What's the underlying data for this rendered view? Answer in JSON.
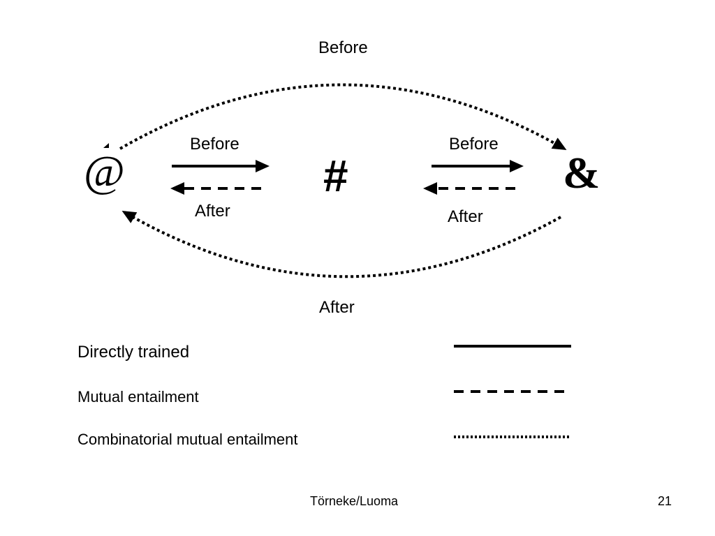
{
  "diagram": {
    "nodes": {
      "left_symbol": "@",
      "middle_symbol": "#",
      "right_symbol": "&"
    },
    "labels": {
      "top_arc": "Before",
      "bottom_arc": "After",
      "left_before": "Before",
      "left_after": "After",
      "right_before": "Before",
      "right_after": "After"
    },
    "relations": [
      {
        "from": "@",
        "to": "#",
        "label": "Before",
        "style": "solid"
      },
      {
        "from": "#",
        "to": "@",
        "label": "After",
        "style": "dashed"
      },
      {
        "from": "#",
        "to": "&",
        "label": "Before",
        "style": "solid"
      },
      {
        "from": "&",
        "to": "#",
        "label": "After",
        "style": "dashed"
      },
      {
        "from": "@",
        "to": "&",
        "label": "Before",
        "style": "dotted"
      },
      {
        "from": "&",
        "to": "@",
        "label": "After",
        "style": "dotted"
      }
    ]
  },
  "legend": {
    "items": [
      {
        "label": "Directly trained",
        "line_style": "solid"
      },
      {
        "label": "Mutual entailment",
        "line_style": "dashed"
      },
      {
        "label": "Combinatorial mutual entailment",
        "line_style": "dotted"
      }
    ]
  },
  "footer": {
    "credit": "Törneke/Luoma",
    "page_number": "21"
  }
}
